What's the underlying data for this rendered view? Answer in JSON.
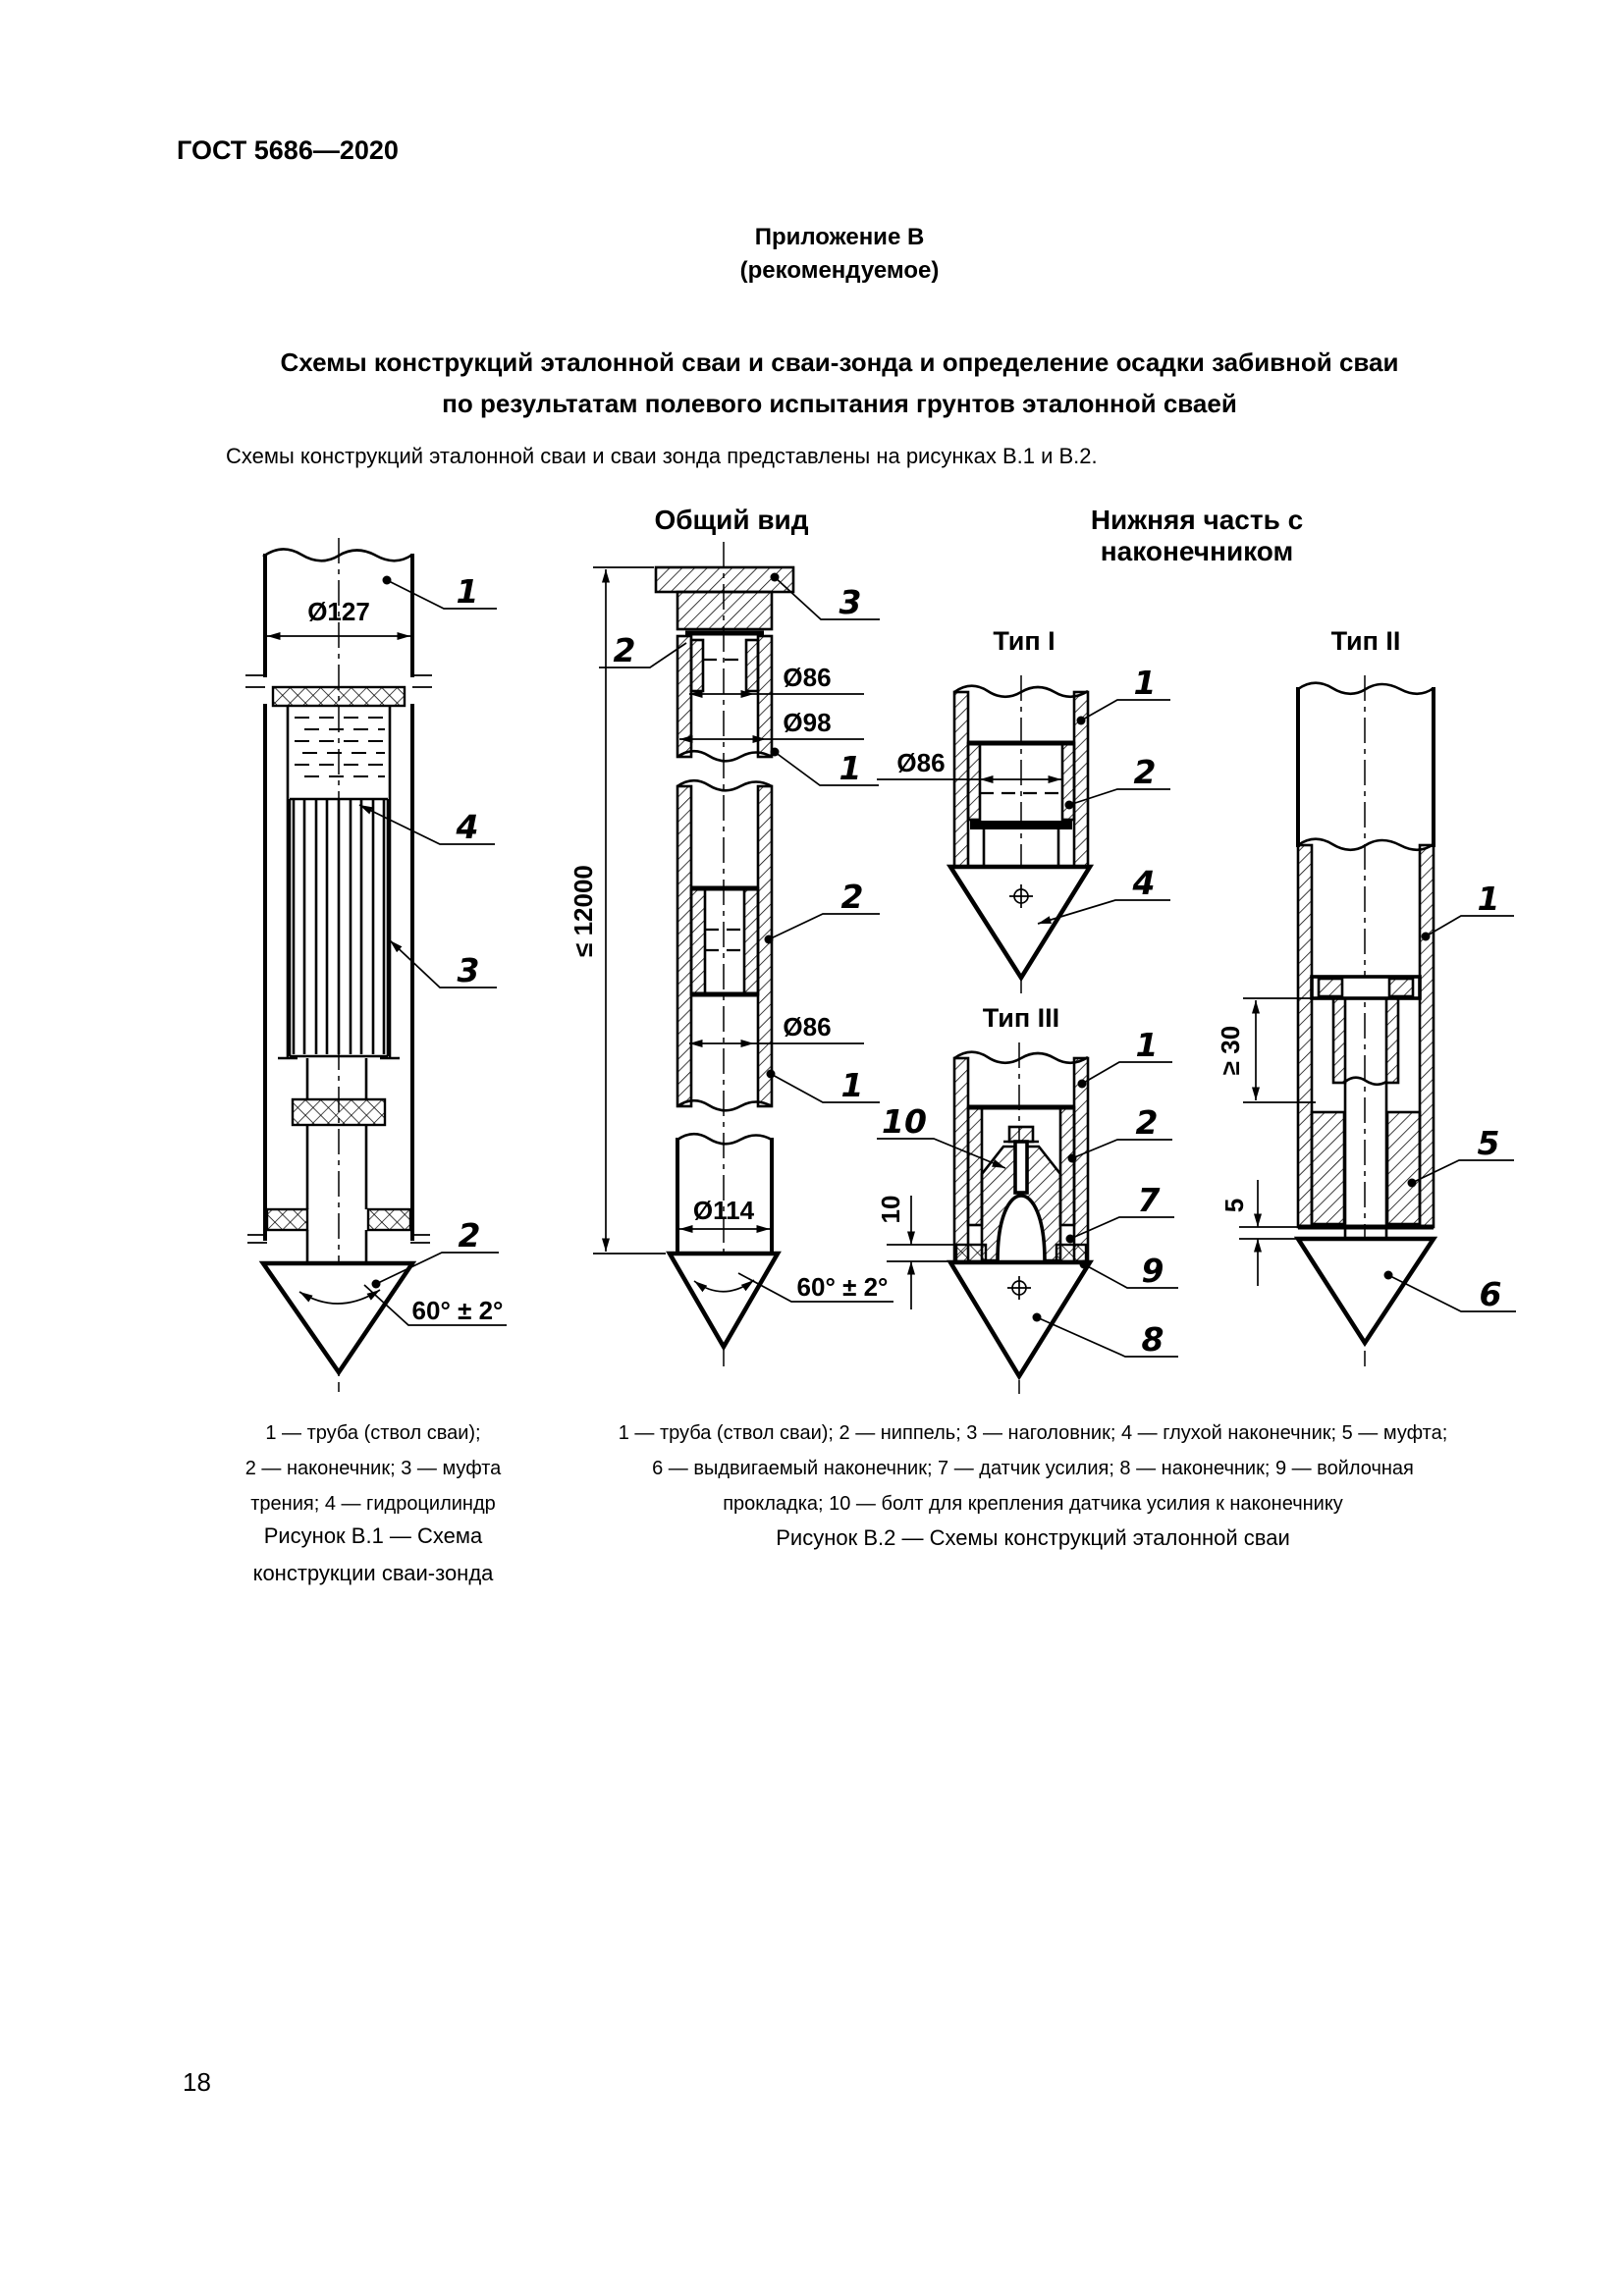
{
  "colors": {
    "paper": "#ffffff",
    "ink": "#000000"
  },
  "page": {
    "number": "18"
  },
  "header": {
    "gost": "ГОСТ 5686—2020"
  },
  "appendix": {
    "label": "Приложение В",
    "type": "(рекомендуемое)"
  },
  "title": {
    "line1": "Схемы конструкций эталонной сваи и сваи-зонда и определение осадки забивной сваи",
    "line2": "по результатам полевого испытания грунтов эталонной сваей"
  },
  "intro": "Схемы конструкций эталонной сваи и сваи зонда представлены на рисунках В.1 и В.2.",
  "diagram": {
    "headings": {
      "overall": "Общий вид",
      "lower": "Нижняя часть с наконечником",
      "type1": "Тип I",
      "type2": "Тип II",
      "type3": "Тип III"
    },
    "dimensions": {
      "d127": "Ø127",
      "d86": "Ø86",
      "d98": "Ø98",
      "d114": "Ø114",
      "length": "≤ 12000",
      "angle": "60° ± 2°",
      "ge30": "≥ 30",
      "gap5": "5",
      "gap10": "10"
    },
    "callouts": {
      "c1": "1",
      "c2": "2",
      "c3": "3",
      "c4": "4",
      "c5": "5",
      "c6": "6",
      "c7": "7",
      "c8": "8",
      "c9": "9",
      "c10": "10"
    }
  },
  "figure1": {
    "legend": [
      "1 — труба (ствол сваи);",
      "2 — наконечник; 3 — муфта",
      "трения; 4 — гидроцилиндр"
    ],
    "caption": [
      "Рисунок В.1 — Схема",
      "конструкции сваи-зонда"
    ]
  },
  "figure2": {
    "legend": [
      "1 — труба (ствол сваи); 2 — ниппель; 3 — наголовник; 4 — глухой наконечник; 5 — муфта;",
      "6 — выдвигаемый наконечник; 7 — датчик усилия; 8 — наконечник; 9 — войлочная",
      "прокладка; 10 — болт для крепления датчика усилия к наконечнику"
    ],
    "caption": "Рисунок В.2 — Схемы конструкций эталонной сваи"
  }
}
